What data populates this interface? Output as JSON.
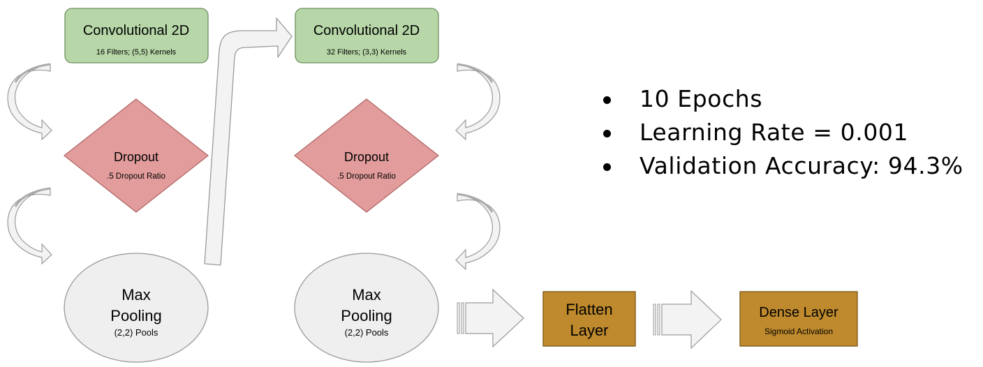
{
  "nodes": {
    "conv1": {
      "title": "Convolutional 2D",
      "subtitle": "16 Filters; (5,5) Kernels"
    },
    "conv2": {
      "title": "Convolutional 2D",
      "subtitle": "32 Filters; (3,3) Kernels"
    },
    "dropout1": {
      "title": "Dropout",
      "subtitle": ".5 Dropout Ratio"
    },
    "dropout2": {
      "title": "Dropout",
      "subtitle": ".5 Dropout Ratio"
    },
    "maxpool1": {
      "line1": "Max",
      "line2": "Pooling",
      "subtitle": "(2,2) Pools"
    },
    "maxpool2": {
      "line1": "Max",
      "line2": "Pooling",
      "subtitle": "(2,2) Pools"
    },
    "flatten": {
      "line1": "Flatten",
      "line2": "Layer"
    },
    "dense": {
      "title": "Dense Layer",
      "subtitle": "Sigmoid Activation"
    }
  },
  "bullets": [
    "10 Epochs",
    "Learning Rate = 0.001",
    "Validation Accuracy: 94.3%"
  ],
  "colors": {
    "conv_fill": "#b7d7a8",
    "conv_stroke": "#6e8f5e",
    "dropout_fill": "#e29c9c",
    "dropout_stroke": "#b36868",
    "pool_fill": "#efefef",
    "pool_stroke": "#999999",
    "layer_fill": "#bf8a2d",
    "layer_stroke": "#7a5515",
    "arrow_fill": "#f3f3f3",
    "arrow_stroke": "#9a9a9a"
  }
}
